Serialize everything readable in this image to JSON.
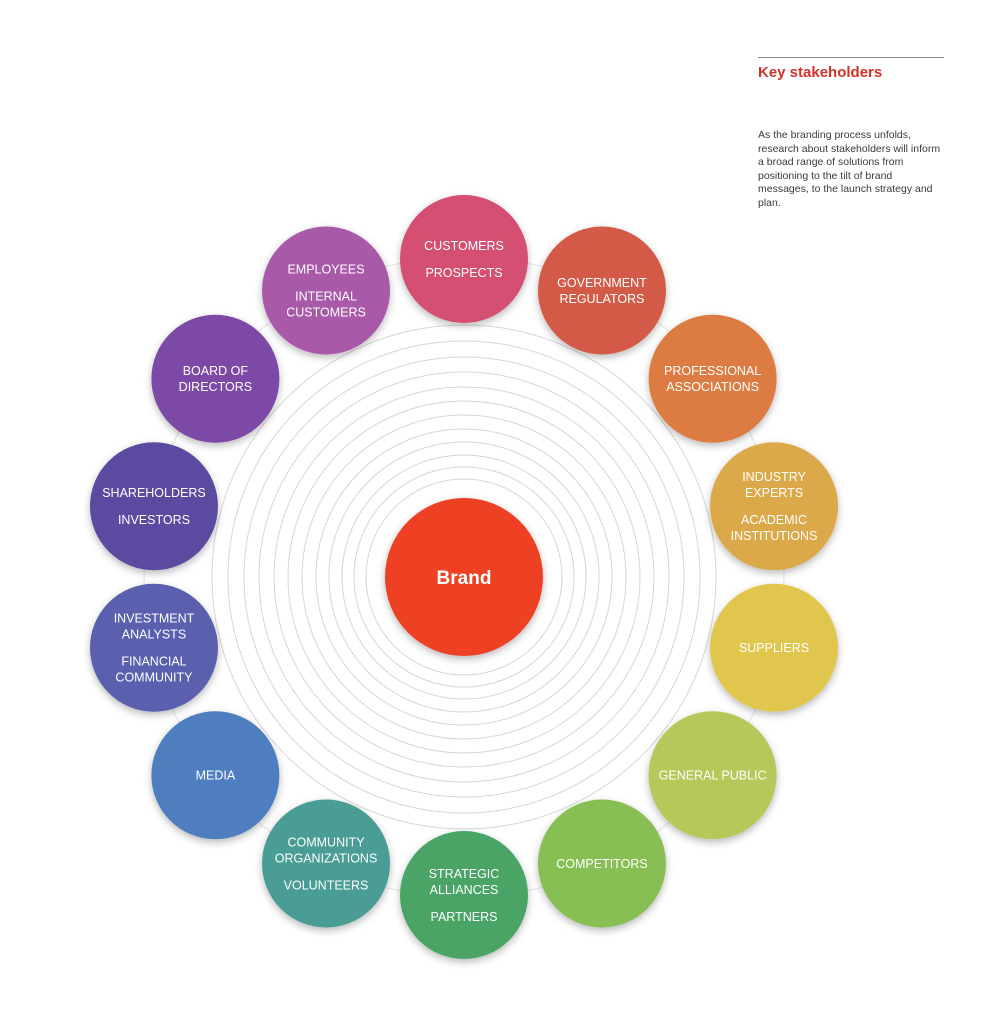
{
  "sidebar": {
    "title": "Key stakeholders",
    "description": "As the branding process unfolds, research about stakeholders will inform a broad range of solutions from positioning to the tilt of brand messages, to the launch strategy and plan."
  },
  "center": {
    "label": "Brand",
    "color": "#ee3f22"
  },
  "stakeholders": [
    {
      "id": "customers",
      "groups": [
        [
          "CUSTOMERS"
        ],
        [
          "PROSPECTS"
        ]
      ],
      "color": "#d54f73"
    },
    {
      "id": "government",
      "groups": [
        [
          "GOVERNMENT",
          "REGULATORS"
        ]
      ],
      "color": "#d35a46"
    },
    {
      "id": "professional",
      "groups": [
        [
          "PROFESSIONAL",
          "ASSOCIATIONS"
        ]
      ],
      "color": "#dc7c43"
    },
    {
      "id": "industry",
      "groups": [
        [
          "INDUSTRY",
          "EXPERTS"
        ],
        [
          "ACADEMIC",
          "INSTITUTIONS"
        ]
      ],
      "color": "#dba94a"
    },
    {
      "id": "suppliers",
      "groups": [
        [
          "SUPPLIERS"
        ]
      ],
      "color": "#e1c64e"
    },
    {
      "id": "general-public",
      "groups": [
        [
          "GENERAL PUBLIC"
        ]
      ],
      "color": "#b5c85a"
    },
    {
      "id": "competitors",
      "groups": [
        [
          "COMPETITORS"
        ]
      ],
      "color": "#88bf55"
    },
    {
      "id": "strategic",
      "groups": [
        [
          "STRATEGIC",
          "ALLIANCES"
        ],
        [
          "PARTNERS"
        ]
      ],
      "color": "#4aa466"
    },
    {
      "id": "community",
      "groups": [
        [
          "COMMUNITY",
          "ORGANIZATIONS"
        ],
        [
          "VOLUNTEERS"
        ]
      ],
      "color": "#4a9d95"
    },
    {
      "id": "media",
      "groups": [
        [
          "MEDIA"
        ]
      ],
      "color": "#4f7ec0"
    },
    {
      "id": "investment",
      "groups": [
        [
          "INVESTMENT",
          "ANALYSTS"
        ],
        [
          "FINANCIAL",
          "COMMUNITY"
        ]
      ],
      "color": "#5a60ae"
    },
    {
      "id": "shareholders",
      "groups": [
        [
          "SHAREHOLDERS"
        ],
        [
          "INVESTORS"
        ]
      ],
      "color": "#5c4aa0"
    },
    {
      "id": "board",
      "groups": [
        [
          "BOARD OF",
          "DIRECTORS"
        ]
      ],
      "color": "#7d4aa6"
    },
    {
      "id": "employees",
      "groups": [
        [
          "EMPLOYEES"
        ],
        [
          "INTERNAL",
          "CUSTOMERS"
        ]
      ],
      "color": "#a85aa8"
    }
  ]
}
